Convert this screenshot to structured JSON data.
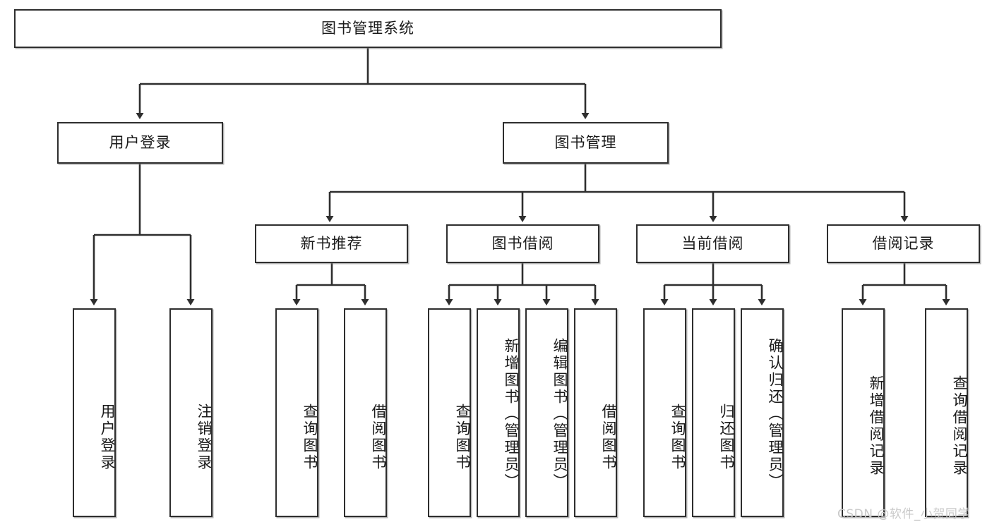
{
  "diagram": {
    "title": "图书管理系统",
    "type": "hierarchy-tree",
    "root": {
      "label": "图书管理系统"
    },
    "level2": [
      {
        "label": "用户登录"
      },
      {
        "label": "图书管理"
      }
    ],
    "level3": [
      {
        "label": "新书推荐"
      },
      {
        "label": "图书借阅"
      },
      {
        "label": "当前借阅"
      },
      {
        "label": "借阅记录"
      }
    ],
    "leaves": {
      "user_login": [
        {
          "label": "用户登录"
        },
        {
          "label": "注销登录"
        }
      ],
      "new_book_recommend": [
        {
          "label": "查询图书"
        },
        {
          "label": "借阅图书"
        }
      ],
      "book_borrow": [
        {
          "label": "查询图书"
        },
        {
          "label": "新增图书（管理员）"
        },
        {
          "label": "编辑图书（管理员）"
        },
        {
          "label": "借阅图书"
        }
      ],
      "current_borrow": [
        {
          "label": "查询图书"
        },
        {
          "label": "归还图书"
        },
        {
          "label": "确认归还（管理员）"
        }
      ],
      "borrow_record": [
        {
          "label": "新增借阅记录"
        },
        {
          "label": "查询借阅记录"
        }
      ]
    }
  },
  "watermark": {
    "text": "CSDN @软件_小贺同学"
  },
  "colors": {
    "border": "#2e2e2e",
    "text": "#1a1a1a",
    "background": "#ffffff",
    "watermark": "#c9c9c9"
  }
}
